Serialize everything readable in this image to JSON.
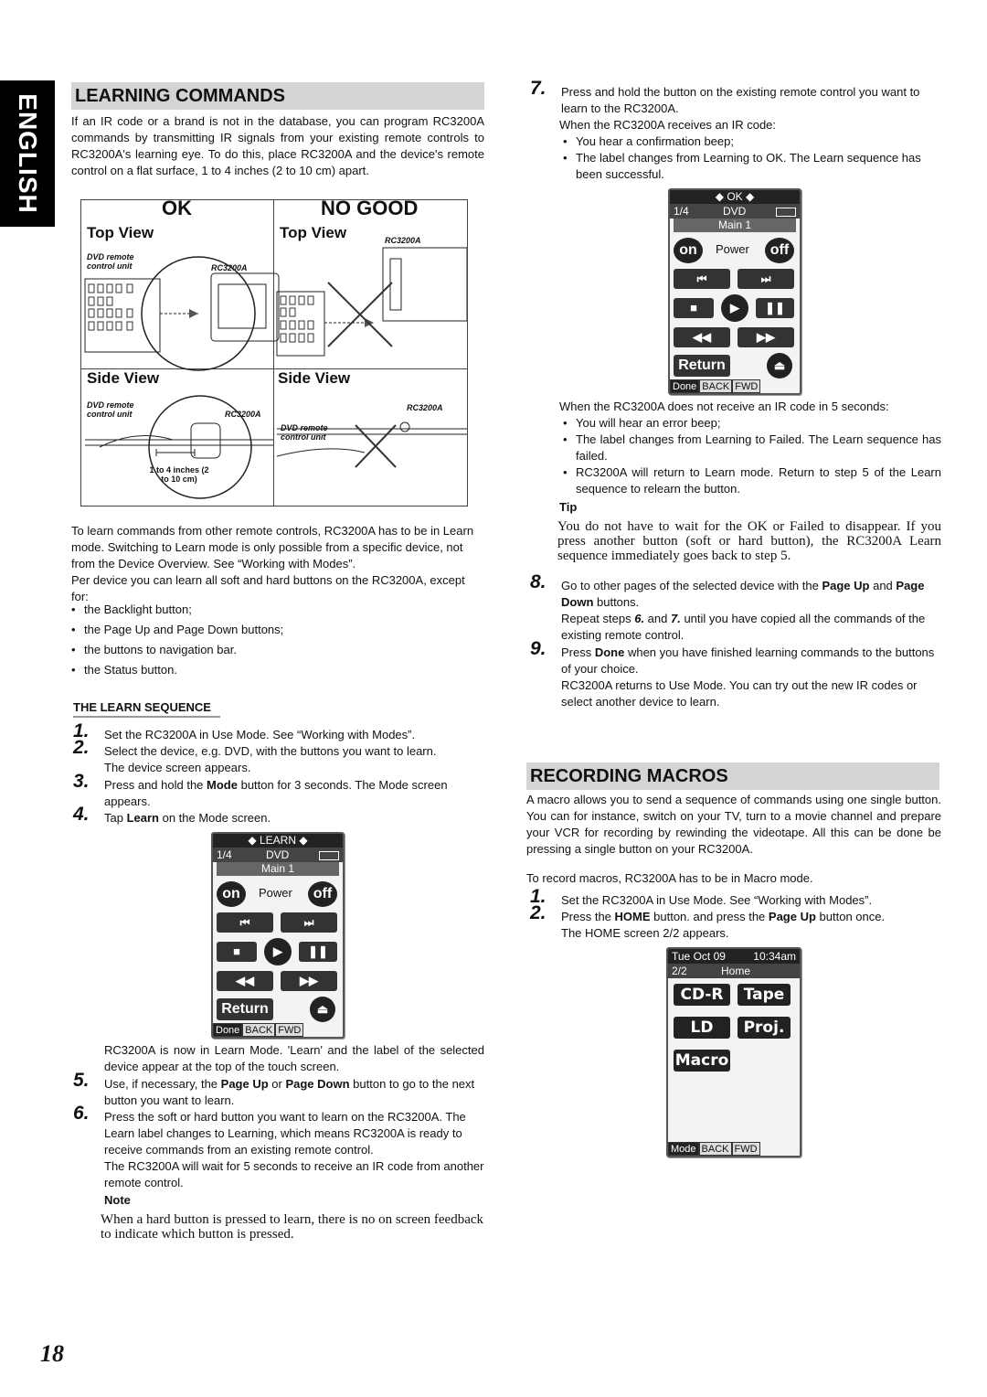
{
  "side_tab": "ENGLISH",
  "page_number": "18",
  "learning": {
    "title": "LEARNING COMMANDS",
    "intro": "If an IR code or a brand is not in the database, you can program RC3200A commands by transmitting IR signals from your existing remote controls to RC3200A's learning eye. To do this, place RC3200A and the device's remote control on a flat surface, 1 to 4 inches (2 to 10 cm) apart.",
    "figure": {
      "ok": "OK",
      "no_good": "NO GOOD",
      "top_view": "Top View",
      "side_view": "Side View",
      "dvd_remote": "DVD remote control unit",
      "rc3200a": "RC3200A",
      "distance": "1 to 4 inches (2 to 10 cm)"
    },
    "para1": "To learn commands from other remote controls, RC3200A has to be in Learn mode. Switching to Learn mode is only possible from a specific device, not from the Device Overview. See “Working with Modes”.",
    "para2": "Per device you can learn all soft and hard buttons on the RC3200A, except for:",
    "exceptions": [
      "the Backlight button;",
      "the Page Up and Page Down buttons;",
      "the buttons to navigation bar.",
      "the Status button."
    ],
    "sequence_title": "THE LEARN SEQUENCE",
    "steps": {
      "s1": {
        "num": "1.",
        "text": "Set the RC3200A in Use Mode. See “Working with Modes”."
      },
      "s2": {
        "num": "2.",
        "text": "Select the device, e.g. DVD, with the buttons you want to learn.",
        "extra": "The device screen appears."
      },
      "s3": {
        "num": "3.",
        "text_a": "Press and hold the ",
        "bold": "Mode",
        "text_b": " button for 3 seconds. The Mode screen appears."
      },
      "s4": {
        "num": "4.",
        "text_a": "Tap ",
        "bold": "Learn",
        "text_b": " on the Mode screen."
      },
      "after4": "RC3200A is now in Learn Mode. 'Learn' and the label of the selected device appear at the top of the touch screen.",
      "s5": {
        "num": "5.",
        "text_a": "Use, if necessary, the ",
        "bold1": "Page Up",
        "text_b": " or ",
        "bold2": "Page Down",
        "text_c": " button to go to the next button you want to learn."
      },
      "s6": {
        "num": "6.",
        "text": "Press the soft or hard button you want to learn on the RC3200A. The Learn label changes to Learning, which means RC3200A is ready to receive commands from an existing remote control.",
        "extra": "The RC3200A will wait for 5 seconds to receive an IR code from another remote control."
      }
    },
    "note_label": "Note",
    "note_text": "When a hard button is pressed to learn, there is no on screen feedback to indicate which button is pressed."
  },
  "screen_learn": {
    "top": "◆ LEARN ◆",
    "page": "1/4",
    "device": "DVD",
    "sub": "Main 1",
    "on": "on",
    "power": "Power",
    "off": "off",
    "return": "Return",
    "bottom": [
      "Done",
      "BACK",
      "FWD"
    ]
  },
  "screen_ok": {
    "top": "◆ OK ◆",
    "page": "1/4",
    "device": "DVD",
    "sub": "Main 1",
    "on": "on",
    "power": "Power",
    "off": "off",
    "return": "Return",
    "bottom": [
      "Done",
      "BACK",
      "FWD"
    ]
  },
  "right": {
    "s7": {
      "num": "7.",
      "text": "Press and hold the button on the existing remote control you want to learn to the RC3200A."
    },
    "receives": "When the RC3200A receives an IR code:",
    "receive_bullets": [
      "You hear a confirmation beep;",
      "The label changes from Learning to OK. The Learn sequence has been successful."
    ],
    "no_receive": "When the RC3200A does not receive an IR code in 5 seconds:",
    "fail_bullets": [
      "You will hear an error beep;",
      "The label changes from Learning to Failed. The Learn sequence has failed.",
      "RC3200A will return to Learn mode. Return to step 5 of the Learn sequence to relearn the button."
    ],
    "tip_label": "Tip",
    "tip_text": "You do not have to wait for the OK or Failed to disappear. If you press another button (soft or hard button), the RC3200A Learn sequence immediately goes back to step 5.",
    "s8": {
      "num": "8.",
      "text_a": "Go to other pages of the selected device with the ",
      "bold1": "Page Up",
      "text_b": " and ",
      "bold2": "Page Down",
      "text_c": " buttons.",
      "extra_a": "Repeat steps ",
      "extra_b1": "6.",
      "extra_c": " and ",
      "extra_b2": "7.",
      "extra_d": " until you have copied all the commands of the existing remote control."
    },
    "s9": {
      "num": "9.",
      "text_a": "Press ",
      "bold": "Done",
      "text_b": " when you have finished learning commands to the buttons of your choice.",
      "extra": "RC3200A returns to Use Mode. You can try out the new IR codes or select another device to learn."
    }
  },
  "macros": {
    "title": "RECORDING MACROS",
    "intro": "A macro allows you to send a sequence of commands using one single button. You can for instance, switch on your TV, turn to a movie channel and prepare your VCR for recording by rewinding the videotape. All this can be done be pressing a single button on your RC3200A.",
    "para": "To record macros, RC3200A has to be in Macro mode.",
    "s1": {
      "num": "1.",
      "text": "Set the RC3200A in Use Mode. See “Working with Modes”."
    },
    "s2": {
      "num": "2.",
      "text_a": "Press the ",
      "bold1": "HOME",
      "text_b": " button. and press the ",
      "bold2": "Page Up",
      "text_c": " button once.",
      "extra": "The HOME screen 2/2 appears."
    }
  },
  "screen_home": {
    "date": "Tue Oct 09",
    "time": "10:34am",
    "page": "2/2",
    "label": "Home",
    "buttons": [
      "CD-R",
      "Tape",
      "LD",
      "Proj.",
      "Macro"
    ],
    "bottom": [
      "Mode",
      "BACK",
      "FWD"
    ]
  }
}
